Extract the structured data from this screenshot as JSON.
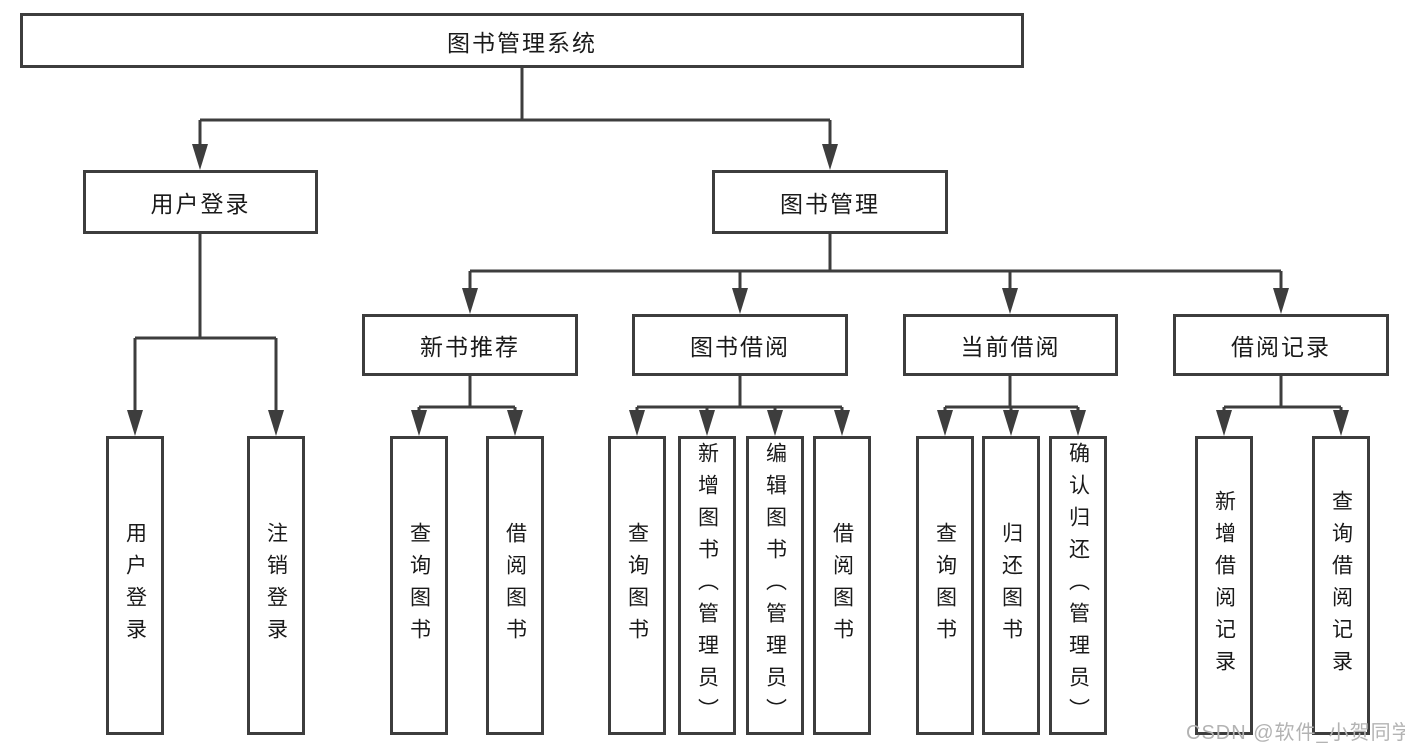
{
  "diagram": {
    "root": {
      "label": "图书管理系统"
    },
    "children": [
      {
        "label": "用户登录",
        "children": [
          {
            "label": "用户登录"
          },
          {
            "label": "注销登录"
          }
        ]
      },
      {
        "label": "图书管理",
        "children": [
          {
            "label": "新书推荐",
            "children": [
              {
                "label": "查询图书"
              },
              {
                "label": "借阅图书"
              }
            ]
          },
          {
            "label": "图书借阅",
            "children": [
              {
                "label": "查询图书"
              },
              {
                "label": "新增图书（管理员）"
              },
              {
                "label": "编辑图书（管理员）"
              },
              {
                "label": "借阅图书"
              }
            ]
          },
          {
            "label": "当前借阅",
            "children": [
              {
                "label": "查询图书"
              },
              {
                "label": "归还图书"
              },
              {
                "label": "确认归还（管理员）"
              }
            ]
          },
          {
            "label": "借阅记录",
            "children": [
              {
                "label": "新增借阅记录"
              },
              {
                "label": "查询借阅记录"
              }
            ]
          }
        ]
      }
    ]
  },
  "watermark": {
    "text": "CSDN @软件_小贺同学"
  },
  "colors": {
    "line": "#3d3d3d",
    "text": "#1a1a1a",
    "watermark": "#b3b3b3",
    "background": "#ffffff"
  }
}
